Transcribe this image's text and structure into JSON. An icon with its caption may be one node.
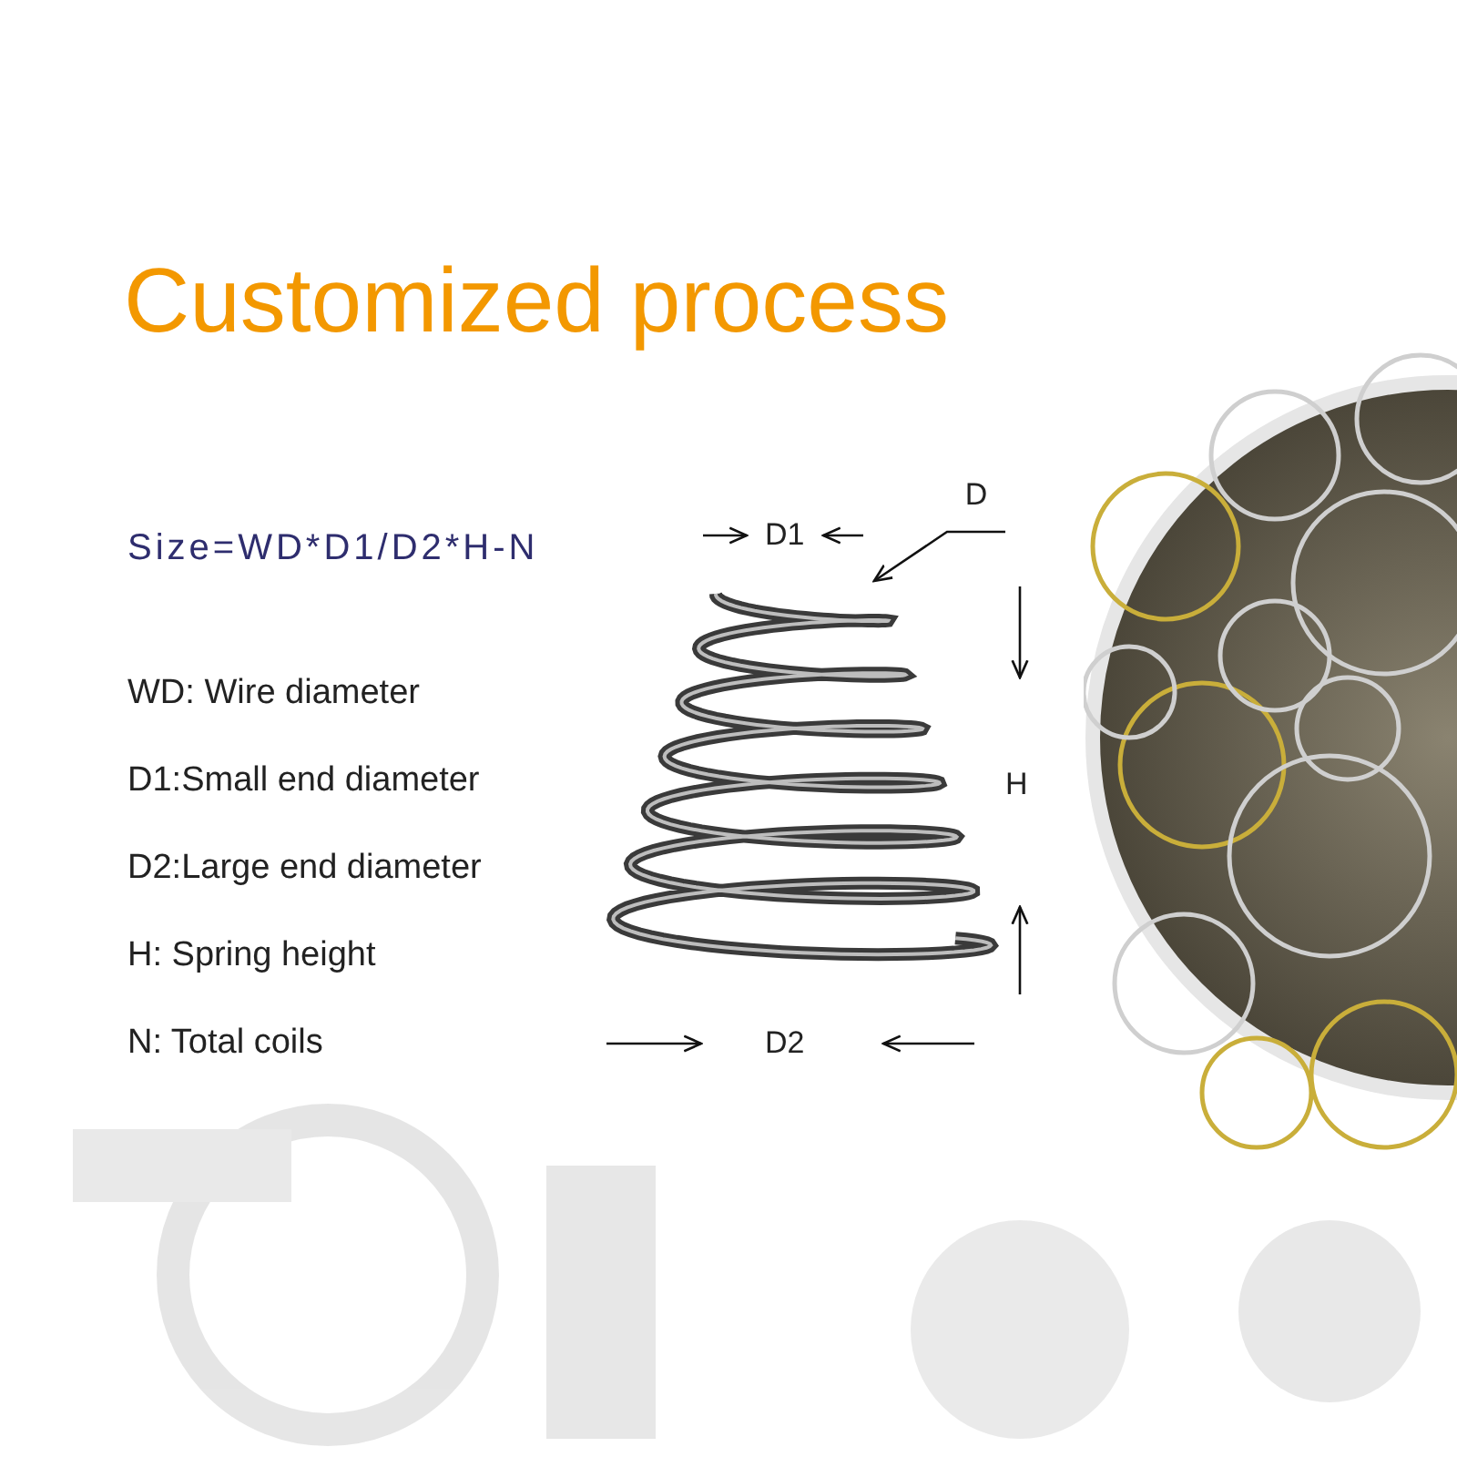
{
  "diagram": {
    "title": "Customized process",
    "nodes": [
      {
        "text": [
          "D"
        ]
      },
      {
        "text": [],
        "shape": "picture"
      }
    ],
    "edges": [
      {
        "from": 0,
        "to": 1,
        "arrow": "to"
      }
    ],
    "labels": [
      "Size=WD*D1/D2*H-N",
      "D1",
      "WD: Wire diameter",
      "D1:Small end diameter",
      "H",
      "D2:Large end diameter",
      "H: Spring height",
      "N: Total coils",
      "D2"
    ]
  }
}
